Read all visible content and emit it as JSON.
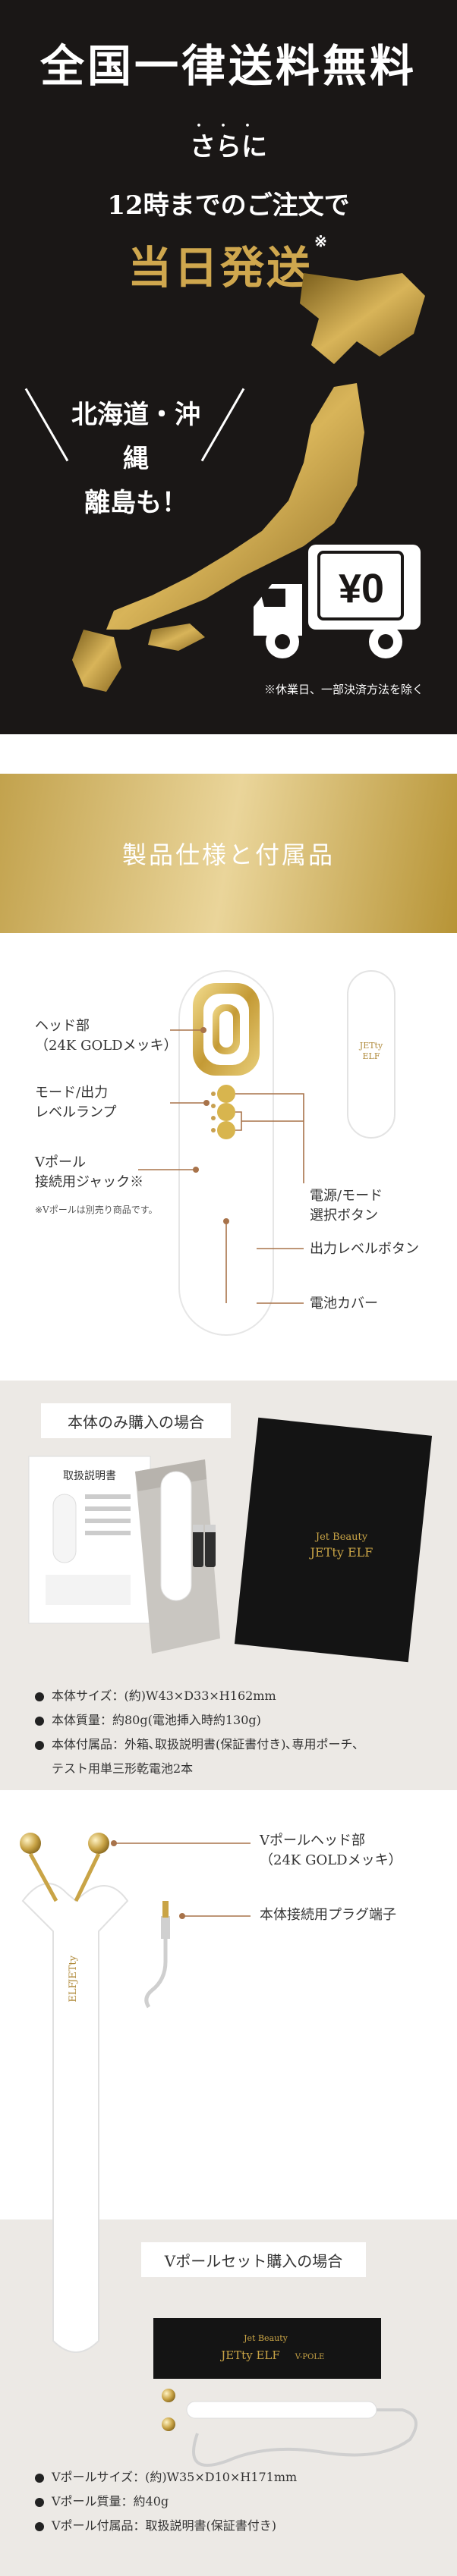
{
  "shipping": {
    "headline": "全国一律送料無料",
    "emphasis_dots": "・・・",
    "sarani": "さらに",
    "order_deadline": "12時までのご注文で",
    "same_day": "当日発送",
    "same_day_mark": "※",
    "islands_line1": "北海道・沖縄",
    "islands_line2": "離島も！",
    "price": "¥0",
    "note": "※休業日、一部決済方法を除く"
  },
  "spec": {
    "section_title": "製品仕様と付属品"
  },
  "parts": {
    "head_label_1": "ヘッド部",
    "head_label_2": "（24K GOLDメッキ）",
    "mode_label_1": "モード/出力",
    "mode_label_2": "レベルランプ",
    "jack_label_1": "Vポール",
    "jack_label_2": "接続用ジャック※",
    "jack_note": "※Vポールは別売り商品です。",
    "power_label_1": "電源/モード",
    "power_label_2": "選択ボタン",
    "level_button_label": "出力レベルボタン",
    "battery_label": "電池カバー",
    "device_text_1": "JETty",
    "device_text_2": "ELF"
  },
  "body_only": {
    "title": "本体のみ購入の場合",
    "manual_title": "取扱説明書",
    "box_text_1": "Jet Beauty",
    "box_text_2": "JETty ELF",
    "bullets": [
      "本体サイズ：(約)W43×D33×H162mm",
      "本体質量：約80g(電池挿入時約130g)",
      "本体付属品：外箱､取扱説明書(保証書付き)､専用ポーチ､",
      "テスト用単三形乾電池2本"
    ]
  },
  "vpole": {
    "head_label_1": "Vポールヘッド部",
    "head_label_2": "（24K GOLDメッキ）",
    "plug_label": "本体接続用プラグ端子",
    "device_text_1": "JETty",
    "device_text_2": "ELF",
    "title": "Vポールセット購入の場合",
    "box_text_1": "Jet Beauty",
    "box_text_2": "JETty ELF",
    "box_text_3": "V-POLE",
    "bullets": [
      "Vポールサイズ：(約)W35×D10×H171mm",
      "Vポール質量：約40g",
      "Vポール付属品：取扱説明書(保証書付き)"
    ]
  },
  "colors": {
    "dark_bg": "#1a1716",
    "gold": "#c9a446",
    "gold_light": "#ead59a",
    "beige_bg": "#ece9e5",
    "callout_brown": "#a8734a"
  }
}
